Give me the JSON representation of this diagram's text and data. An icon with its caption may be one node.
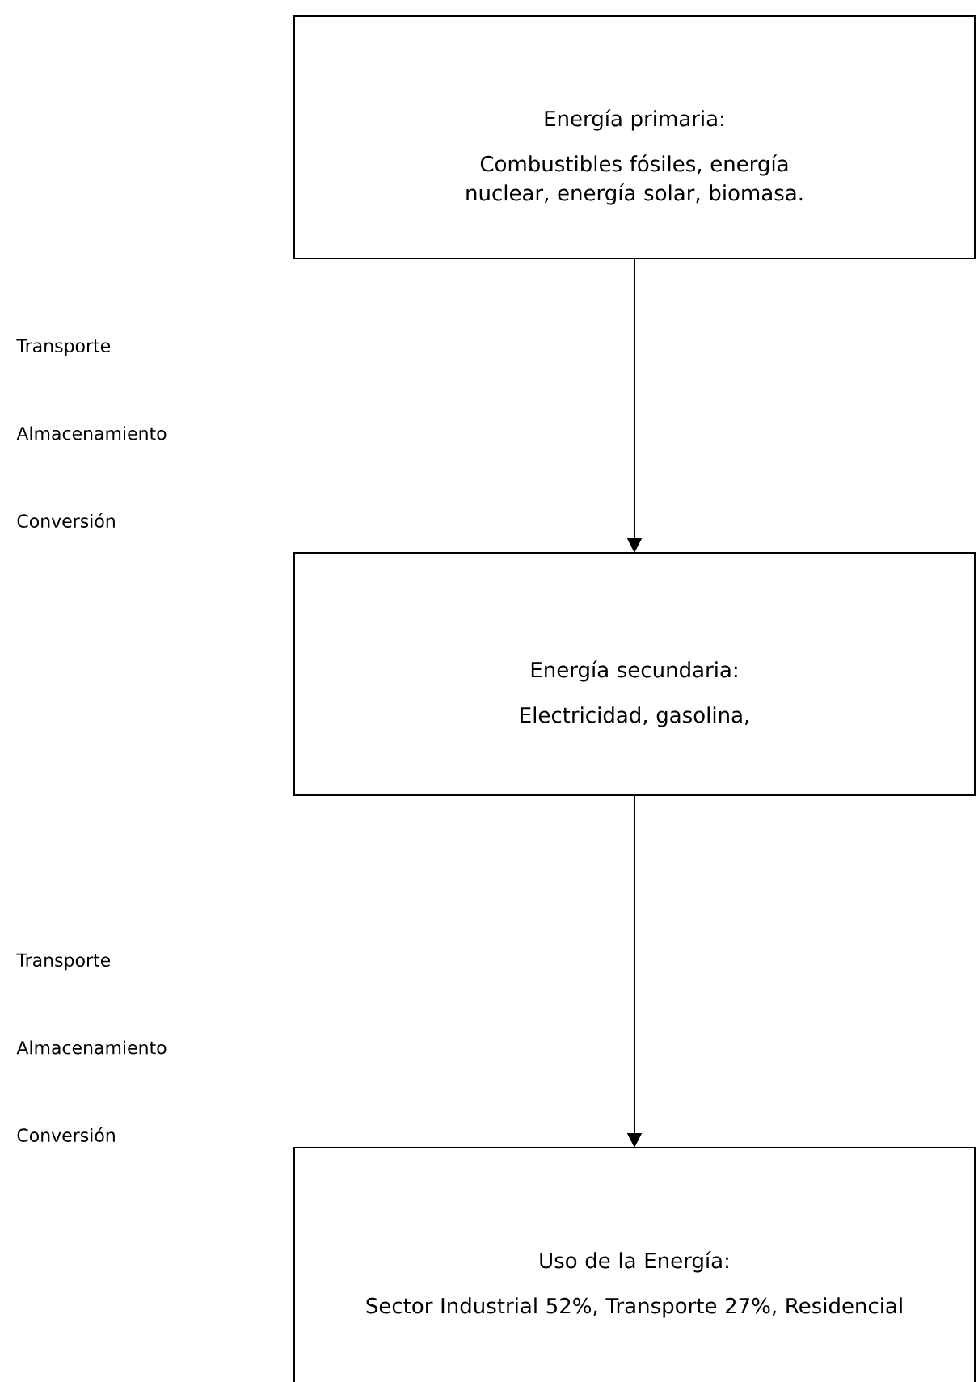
{
  "diagram": {
    "nodes": [
      {
        "text": [
          "Energía primaria:",
          "Combustibles fósiles, energía nuclear, energía solar, biomasa."
        ]
      },
      {
        "text": [
          "Energía secundaria:",
          "Electricidad, gasolina,"
        ]
      },
      {
        "text": [
          "Uso de la Energía:",
          "Sector Industrial 52%, Transporte 27%, Residencial"
        ]
      }
    ],
    "edges": [
      {
        "from": 0,
        "to": 1,
        "arrow": "to"
      },
      {
        "from": 1,
        "to": 2,
        "arrow": "to"
      }
    ],
    "labels": [
      "Transporte",
      "Almacenamiento",
      "Conversión",
      "Transporte",
      "Almacenamiento",
      "Conversión"
    ]
  }
}
